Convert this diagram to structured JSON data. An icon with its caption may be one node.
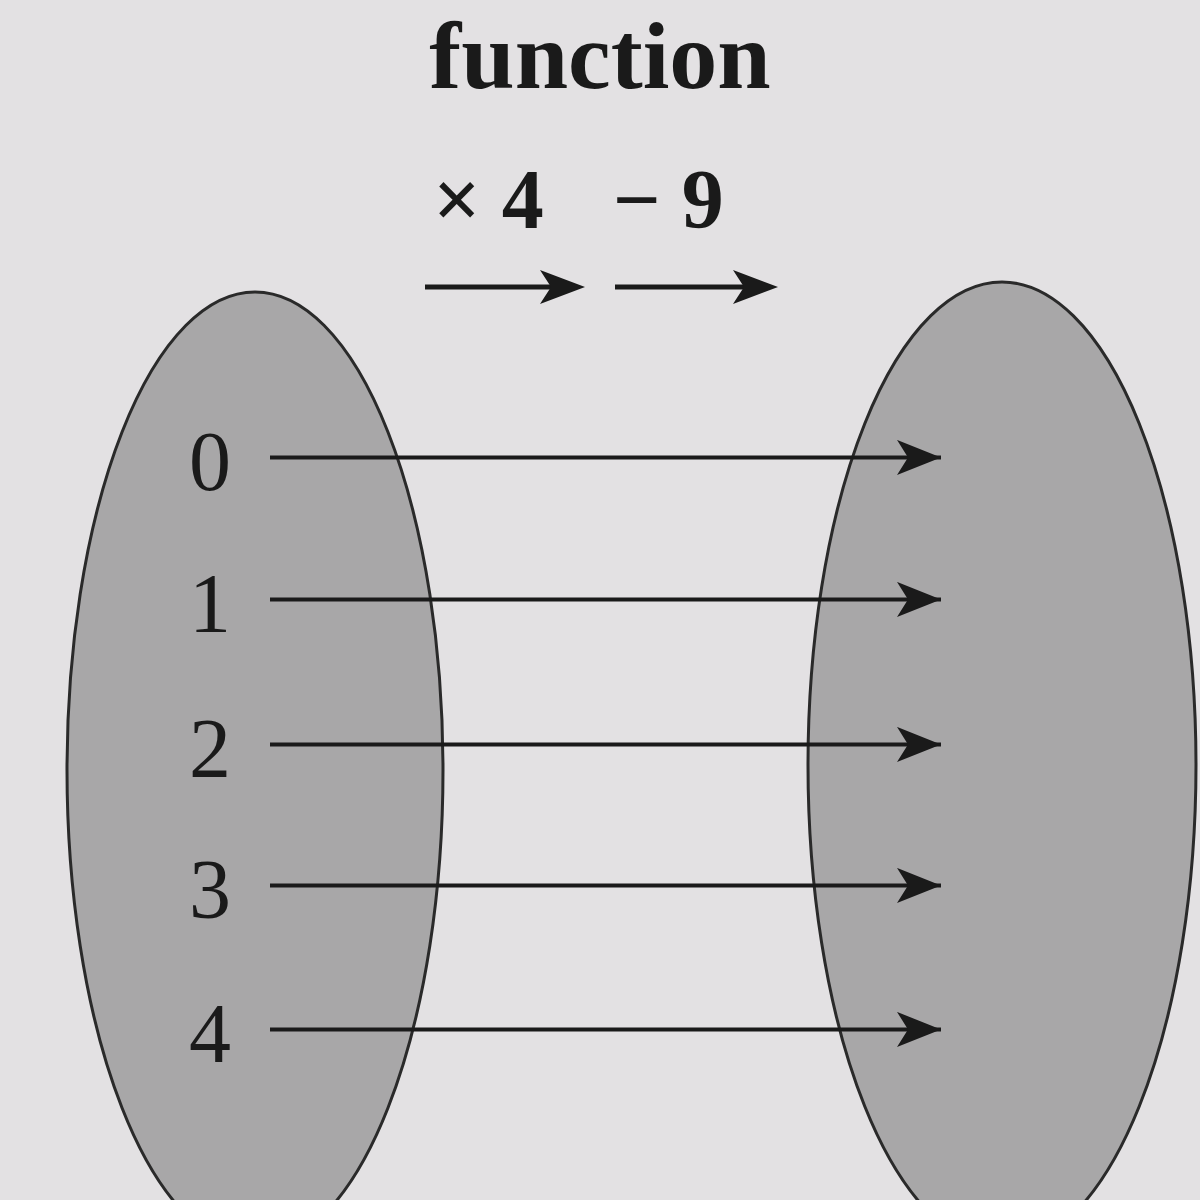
{
  "diagram": {
    "title": "function",
    "nodes": [
      {
        "text": [],
        "shape": "ellipse"
      },
      {
        "text": [
          "0"
        ],
        "in": 0
      },
      {
        "text": [
          "1"
        ],
        "in": 0
      },
      {
        "text": [
          "2"
        ],
        "in": 0
      },
      {
        "text": [
          "3"
        ],
        "in": 0
      },
      {
        "text": [
          "4"
        ],
        "in": 0
      },
      {
        "text": [],
        "shape": "ellipse"
      }
    ],
    "edges": [
      {
        "from": 1,
        "to": 6,
        "arrow": "to"
      },
      {
        "from": 2,
        "to": 6,
        "arrow": "to"
      },
      {
        "from": 3,
        "to": 6,
        "arrow": "to"
      },
      {
        "from": 4,
        "to": 6,
        "arrow": "to"
      },
      {
        "from": 5,
        "to": 6,
        "arrow": "to"
      }
    ],
    "labels": [
      "× 4",
      "− 9"
    ]
  }
}
